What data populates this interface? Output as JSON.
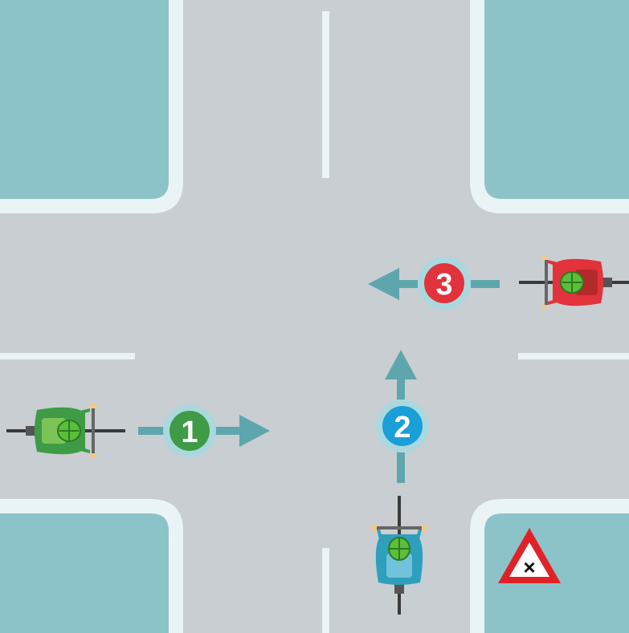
{
  "scene": {
    "road_color": "#c9ced3",
    "block_color": "#8cc3c8",
    "curb_color": "#eaf4f6",
    "marking_color": "#eaf4f6",
    "arrow_color": "#5ea6ad"
  },
  "cyclists": [
    {
      "number": "1",
      "badge_color": "#3f9b46",
      "jersey_color": "#3f9b46",
      "from": "west",
      "movement": "straight"
    },
    {
      "number": "2",
      "badge_color": "#1a9fd8",
      "jersey_color": "#2f9fbd",
      "from": "south",
      "movement": "straight"
    },
    {
      "number": "3",
      "badge_color": "#e2323c",
      "jersey_color": "#e2323c",
      "from": "east",
      "movement": "straight"
    }
  ],
  "sign": {
    "icon": "crossroads-warning-sign-icon",
    "symbol": "×",
    "border_color": "#e02228"
  }
}
